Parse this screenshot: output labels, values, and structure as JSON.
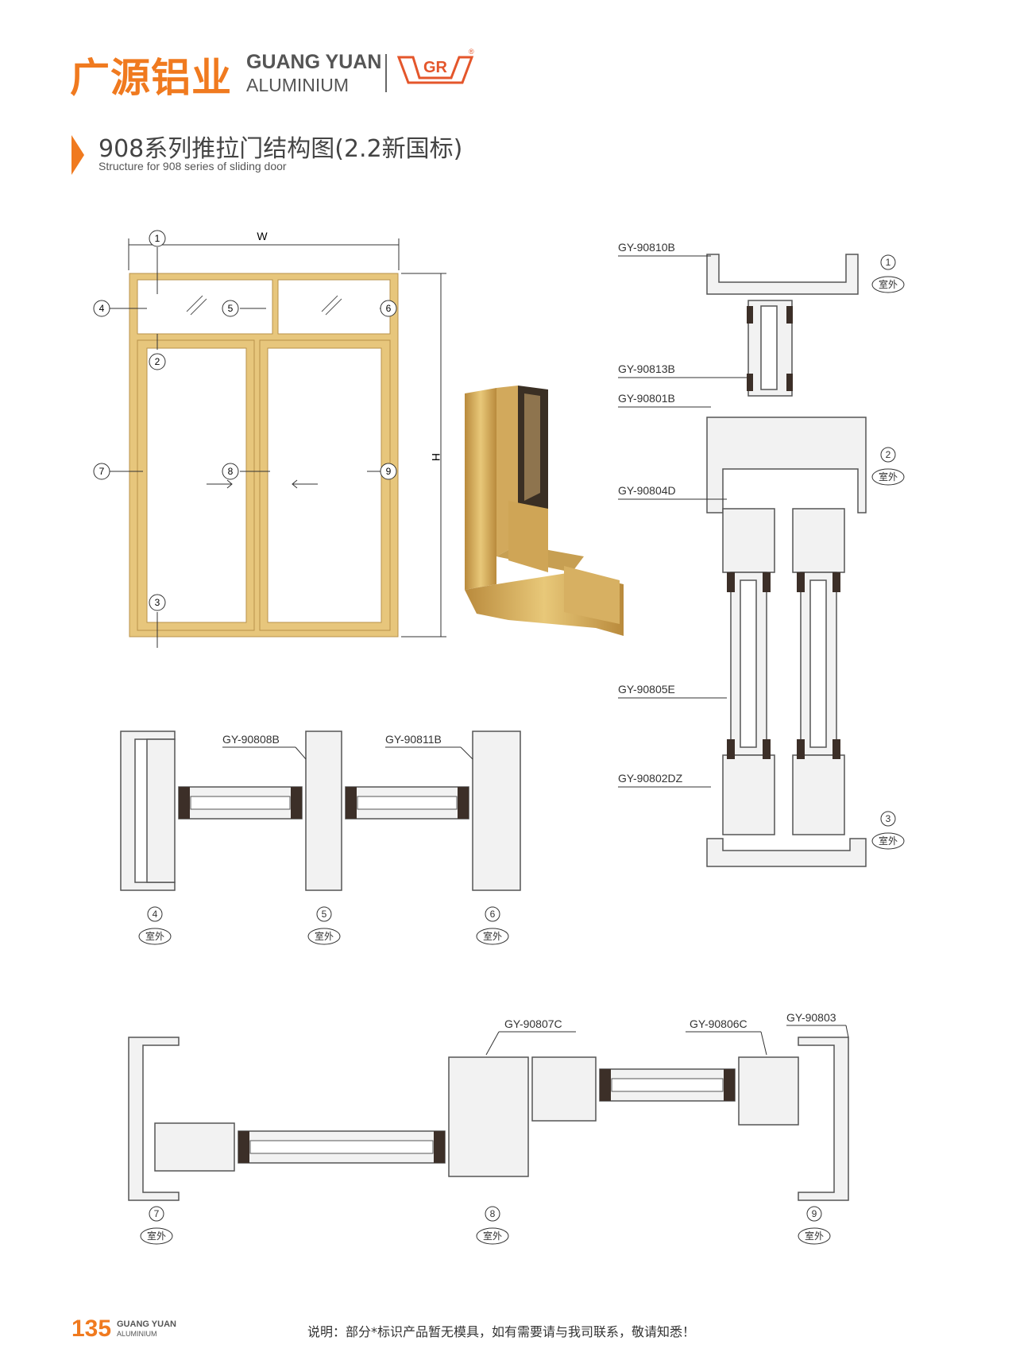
{
  "brand": {
    "name_cn": "广源铝业",
    "name_en_1": "GUANG YUAN",
    "name_en_2": "ALUMINIUM",
    "logo_text": "GR",
    "registered_mark": "®",
    "accent_color": "#f07a1f",
    "frame_color": "#d9b46a"
  },
  "header": {
    "title_cn": "908系列推拉门结构图(2.2新国标)",
    "title_en": "Structure for 908 series of sliding door"
  },
  "elevation": {
    "width_label": "W",
    "height_label": "H",
    "markers": [
      "1",
      "2",
      "3",
      "4",
      "5",
      "6",
      "7",
      "8",
      "9"
    ]
  },
  "profiles": {
    "top_section": [
      "GY-90810B",
      "GY-90813B",
      "GY-90801B",
      "GY-90804D",
      "GY-90805E",
      "GY-90802DZ"
    ],
    "top_markers": [
      "1",
      "2",
      "3"
    ],
    "mid_section": [
      "GY-90808B",
      "GY-90811B"
    ],
    "mid_markers": [
      "4",
      "5",
      "6"
    ],
    "bottom_section": [
      "GY-90807C",
      "GY-90806C",
      "GY-90803"
    ],
    "bottom_markers": [
      "7",
      "8",
      "9"
    ],
    "outdoor_label": "室外"
  },
  "footer": {
    "page_number": "135",
    "brand_1": "GUANG YUAN",
    "brand_2": "ALUMINIUM",
    "note": "说明：部分*标识产品暂无模具，如有需要请与我司联系，敬请知悉！"
  }
}
